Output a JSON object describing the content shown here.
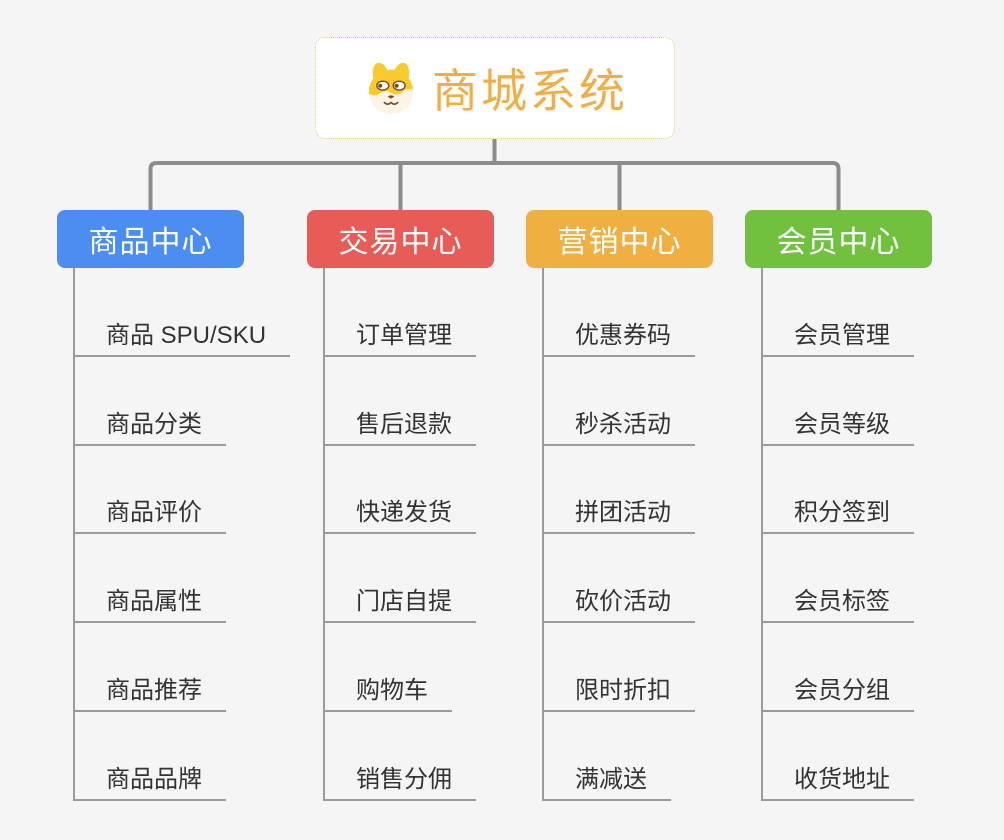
{
  "canvas": {
    "background": "#f5f5f5",
    "connector_primary_color": "#8c8c8c",
    "connector_secondary_color": "#9b9b9b",
    "item_text_color": "#333333"
  },
  "root": {
    "title": "商城系统",
    "icon": "shiba-dog-icon",
    "title_color": "#f2ae44",
    "border_color": "#f3c471",
    "background": "#ffffff",
    "dog_colors": {
      "fur": "#f8ca2d",
      "muzzle": "#fdf4e6",
      "features": "#7a4a1f"
    }
  },
  "branches": [
    {
      "label": "商品中心",
      "color": "#4b8df0",
      "children": [
        "商品 SPU/SKU",
        "商品分类",
        "商品评价",
        "商品属性",
        "商品推荐",
        "商品品牌"
      ]
    },
    {
      "label": "交易中心",
      "color": "#e85c57",
      "children": [
        "订单管理",
        "售后退款",
        "快递发货",
        "门店自提",
        "购物车",
        "销售分佣"
      ]
    },
    {
      "label": "营销中心",
      "color": "#efaf41",
      "children": [
        "优惠券码",
        "秒杀活动",
        "拼团活动",
        "砍价活动",
        "限时折扣",
        "满减送"
      ]
    },
    {
      "label": "会员中心",
      "color": "#71c13f",
      "children": [
        "会员管理",
        "会员等级",
        "积分签到",
        "会员标签",
        "会员分组",
        "收货地址"
      ]
    }
  ]
}
